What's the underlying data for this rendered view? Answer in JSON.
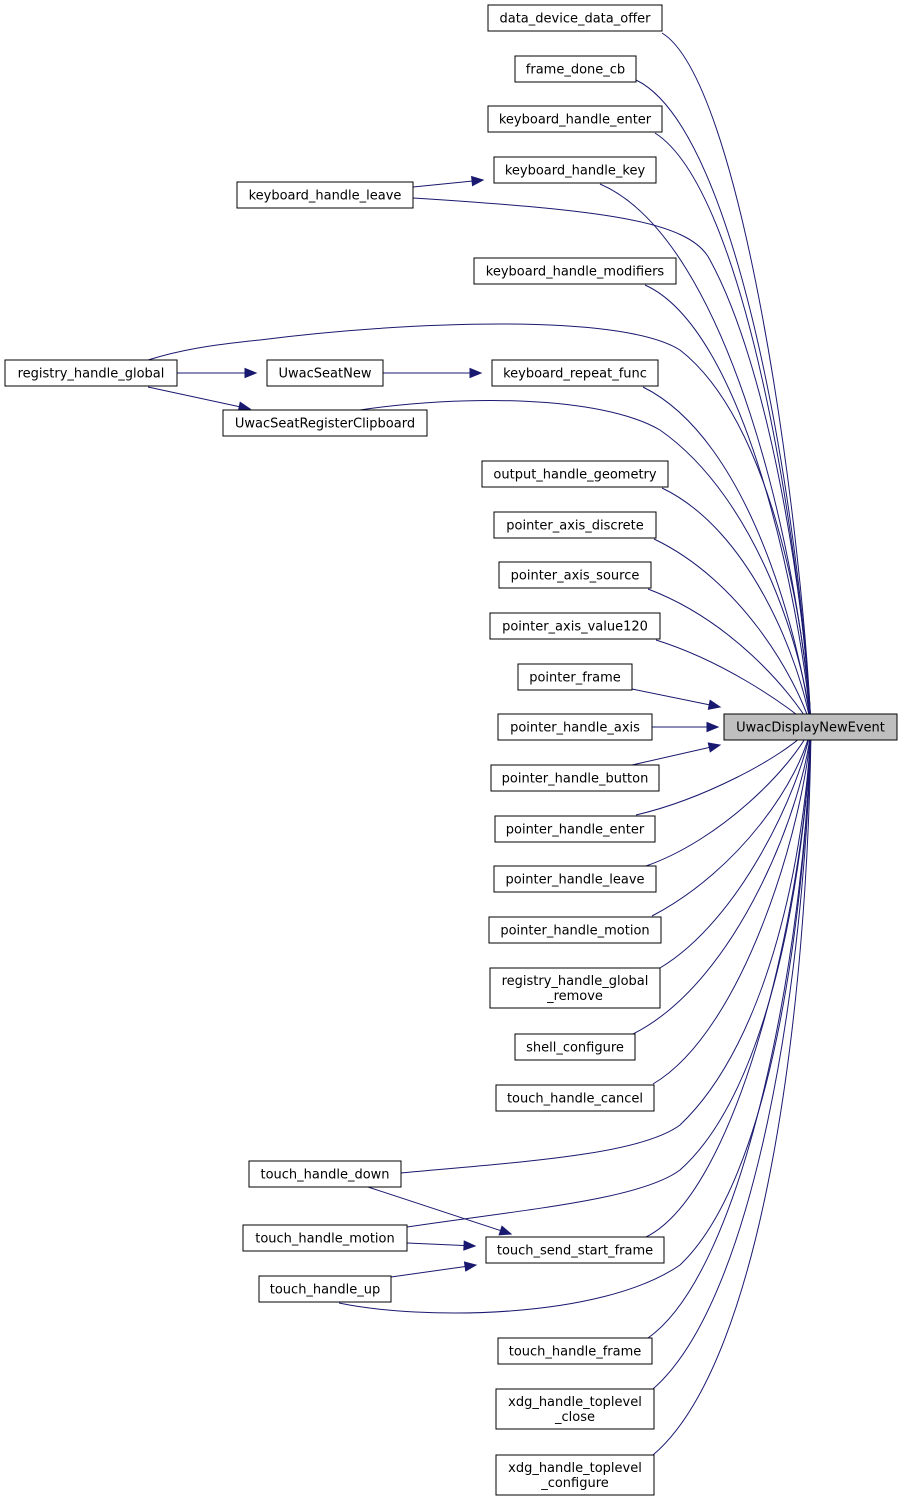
{
  "graph": {
    "colors": {
      "edge": "#191970",
      "target_fill": "#bfbfbf",
      "node_fill": "#ffffff",
      "border": "#000000"
    },
    "nodes": [
      {
        "id": "UwacDisplayNewEvent",
        "label": [
          "UwacDisplayNewEvent"
        ]
      },
      {
        "id": "data_device_data_offer",
        "label": [
          "data_device_data_offer"
        ]
      },
      {
        "id": "frame_done_cb",
        "label": [
          "frame_done_cb"
        ]
      },
      {
        "id": "keyboard_handle_enter",
        "label": [
          "keyboard_handle_enter"
        ]
      },
      {
        "id": "keyboard_handle_key",
        "label": [
          "keyboard_handle_key"
        ]
      },
      {
        "id": "keyboard_handle_leave",
        "label": [
          "keyboard_handle_leave"
        ]
      },
      {
        "id": "keyboard_handle_modifiers",
        "label": [
          "keyboard_handle_modifiers"
        ]
      },
      {
        "id": "registry_handle_global",
        "label": [
          "registry_handle_global"
        ]
      },
      {
        "id": "UwacSeatNew",
        "label": [
          "UwacSeatNew"
        ]
      },
      {
        "id": "keyboard_repeat_func",
        "label": [
          "keyboard_repeat_func"
        ]
      },
      {
        "id": "UwacSeatRegisterClipboard",
        "label": [
          "UwacSeatRegisterClipboard"
        ]
      },
      {
        "id": "output_handle_geometry",
        "label": [
          "output_handle_geometry"
        ]
      },
      {
        "id": "pointer_axis_discrete",
        "label": [
          "pointer_axis_discrete"
        ]
      },
      {
        "id": "pointer_axis_source",
        "label": [
          "pointer_axis_source"
        ]
      },
      {
        "id": "pointer_axis_value120",
        "label": [
          "pointer_axis_value120"
        ]
      },
      {
        "id": "pointer_frame",
        "label": [
          "pointer_frame"
        ]
      },
      {
        "id": "pointer_handle_axis",
        "label": [
          "pointer_handle_axis"
        ]
      },
      {
        "id": "pointer_handle_button",
        "label": [
          "pointer_handle_button"
        ]
      },
      {
        "id": "pointer_handle_enter",
        "label": [
          "pointer_handle_enter"
        ]
      },
      {
        "id": "pointer_handle_leave",
        "label": [
          "pointer_handle_leave"
        ]
      },
      {
        "id": "pointer_handle_motion",
        "label": [
          "pointer_handle_motion"
        ]
      },
      {
        "id": "registry_handle_global_remove",
        "label": [
          "registry_handle_global",
          "_remove"
        ]
      },
      {
        "id": "shell_configure",
        "label": [
          "shell_configure"
        ]
      },
      {
        "id": "touch_handle_cancel",
        "label": [
          "touch_handle_cancel"
        ]
      },
      {
        "id": "touch_handle_down",
        "label": [
          "touch_handle_down"
        ]
      },
      {
        "id": "touch_handle_motion",
        "label": [
          "touch_handle_motion"
        ]
      },
      {
        "id": "touch_send_start_frame",
        "label": [
          "touch_send_start_frame"
        ]
      },
      {
        "id": "touch_handle_up",
        "label": [
          "touch_handle_up"
        ]
      },
      {
        "id": "touch_handle_frame",
        "label": [
          "touch_handle_frame"
        ]
      },
      {
        "id": "xdg_handle_toplevel_close",
        "label": [
          "xdg_handle_toplevel",
          "_close"
        ]
      },
      {
        "id": "xdg_handle_toplevel_configure",
        "label": [
          "xdg_handle_toplevel",
          "_configure"
        ]
      }
    ],
    "edges": [
      {
        "from": "data_device_data_offer",
        "to": "UwacDisplayNewEvent"
      },
      {
        "from": "frame_done_cb",
        "to": "UwacDisplayNewEvent"
      },
      {
        "from": "keyboard_handle_enter",
        "to": "UwacDisplayNewEvent"
      },
      {
        "from": "keyboard_handle_key",
        "to": "UwacDisplayNewEvent"
      },
      {
        "from": "keyboard_handle_leave",
        "to": "keyboard_handle_key"
      },
      {
        "from": "keyboard_handle_leave",
        "to": "UwacDisplayNewEvent"
      },
      {
        "from": "keyboard_handle_modifiers",
        "to": "UwacDisplayNewEvent"
      },
      {
        "from": "registry_handle_global",
        "to": "UwacDisplayNewEvent"
      },
      {
        "from": "registry_handle_global",
        "to": "UwacSeatNew"
      },
      {
        "from": "registry_handle_global",
        "to": "UwacSeatRegisterClipboard"
      },
      {
        "from": "UwacSeatNew",
        "to": "keyboard_repeat_func"
      },
      {
        "from": "keyboard_repeat_func",
        "to": "UwacDisplayNewEvent"
      },
      {
        "from": "UwacSeatRegisterClipboard",
        "to": "UwacDisplayNewEvent"
      },
      {
        "from": "output_handle_geometry",
        "to": "UwacDisplayNewEvent"
      },
      {
        "from": "pointer_axis_discrete",
        "to": "UwacDisplayNewEvent"
      },
      {
        "from": "pointer_axis_source",
        "to": "UwacDisplayNewEvent"
      },
      {
        "from": "pointer_axis_value120",
        "to": "UwacDisplayNewEvent"
      },
      {
        "from": "pointer_frame",
        "to": "UwacDisplayNewEvent"
      },
      {
        "from": "pointer_handle_axis",
        "to": "UwacDisplayNewEvent"
      },
      {
        "from": "pointer_handle_button",
        "to": "UwacDisplayNewEvent"
      },
      {
        "from": "pointer_handle_enter",
        "to": "UwacDisplayNewEvent"
      },
      {
        "from": "pointer_handle_leave",
        "to": "UwacDisplayNewEvent"
      },
      {
        "from": "pointer_handle_motion",
        "to": "UwacDisplayNewEvent"
      },
      {
        "from": "registry_handle_global_remove",
        "to": "UwacDisplayNewEvent"
      },
      {
        "from": "shell_configure",
        "to": "UwacDisplayNewEvent"
      },
      {
        "from": "touch_handle_cancel",
        "to": "UwacDisplayNewEvent"
      },
      {
        "from": "touch_handle_down",
        "to": "UwacDisplayNewEvent"
      },
      {
        "from": "touch_handle_down",
        "to": "touch_send_start_frame"
      },
      {
        "from": "touch_handle_motion",
        "to": "UwacDisplayNewEvent"
      },
      {
        "from": "touch_handle_motion",
        "to": "touch_send_start_frame"
      },
      {
        "from": "touch_send_start_frame",
        "to": "UwacDisplayNewEvent"
      },
      {
        "from": "touch_handle_up",
        "to": "touch_send_start_frame"
      },
      {
        "from": "touch_handle_up",
        "to": "UwacDisplayNewEvent"
      },
      {
        "from": "touch_handle_frame",
        "to": "UwacDisplayNewEvent"
      },
      {
        "from": "xdg_handle_toplevel_close",
        "to": "UwacDisplayNewEvent"
      },
      {
        "from": "xdg_handle_toplevel_configure",
        "to": "UwacDisplayNewEvent"
      }
    ]
  }
}
